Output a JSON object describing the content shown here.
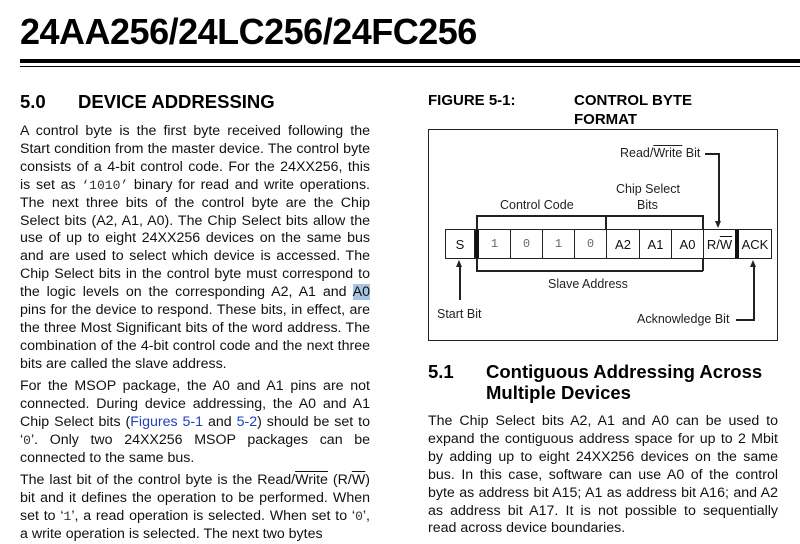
{
  "document": {
    "title": "24AA256/24LC256/24FC256"
  },
  "section_5_0": {
    "number": "5.0",
    "title": "DEVICE ADDRESSING",
    "paragraphs": [
      {
        "parts": [
          "A control byte is the first byte received following the Start condition from the master device. The control byte consists of a 4-bit control code. For the 24XX256, this is set as ",
          "‘1010’",
          " binary for read and write operations. The next three bits of the control byte are the Chip Select bits (A2, A1, A0). The Chip Select bits allow the use of up to eight 24XX256 devices on the same bus and are used to select which device is accessed. The Chip Select bits in the control byte must correspond to the logic levels on the corresponding A2, A1 and ",
          "A0",
          " pins for the device to respond. These bits, in effect, are the three Most Significant bits of the word address. The combination of the 4-bit control code and the next three bits are called the slave address."
        ]
      },
      {
        "parts": [
          "For the MSOP package, the A0 and A1 pins are not connected. During device addressing, the A0 and A1 Chip Select bits (",
          "Figures 5-1",
          " and ",
          "5-2",
          ") should be set to ‘",
          "0",
          "’. Only two 24XX256 MSOP packages can be connected to the same bus."
        ]
      },
      {
        "parts": [
          "The last bit of the control byte is the Read/",
          "Write",
          " (R/",
          "W",
          ") bit and it defines the operation to be performed. When set to ‘",
          "1",
          "’, a read operation is selected. When set to ‘",
          "0",
          "’, a write operation is selected. The next two bytes"
        ]
      }
    ]
  },
  "figure_5_1": {
    "label": "FIGURE 5-1:",
    "title_line1": "CONTROL BYTE",
    "title_line2": "FORMAT",
    "labels": {
      "read_write_prefix": "Read/",
      "read_write_overline": "Write",
      "read_write_suffix": " Bit",
      "chip_select_line1": "Chip Select",
      "chip_select_line2": "Bits",
      "control_code": "Control Code",
      "slave_address": "Slave Address",
      "start_bit": "Start Bit",
      "acknowledge_bit": "Acknowledge Bit"
    },
    "cells": [
      "S",
      "1",
      "0",
      "1",
      "0",
      "A2",
      "A1",
      "A0",
      "R/",
      "W",
      "ACK"
    ]
  },
  "section_5_1": {
    "number": "5.1",
    "title_line1": "Contiguous Addressing Across",
    "title_line2": "Multiple Devices",
    "paragraph": "The Chip Select bits A2, A1 and A0 can be used to expand the contiguous address space for up to 2 Mbit by adding up to eight 24XX256 devices on the same bus. In this case, software can use A0 of the control byte as address bit A15; A1 as address bit A16; and A2 as address bit A17. It is not possible to sequentially read across device boundaries."
  }
}
